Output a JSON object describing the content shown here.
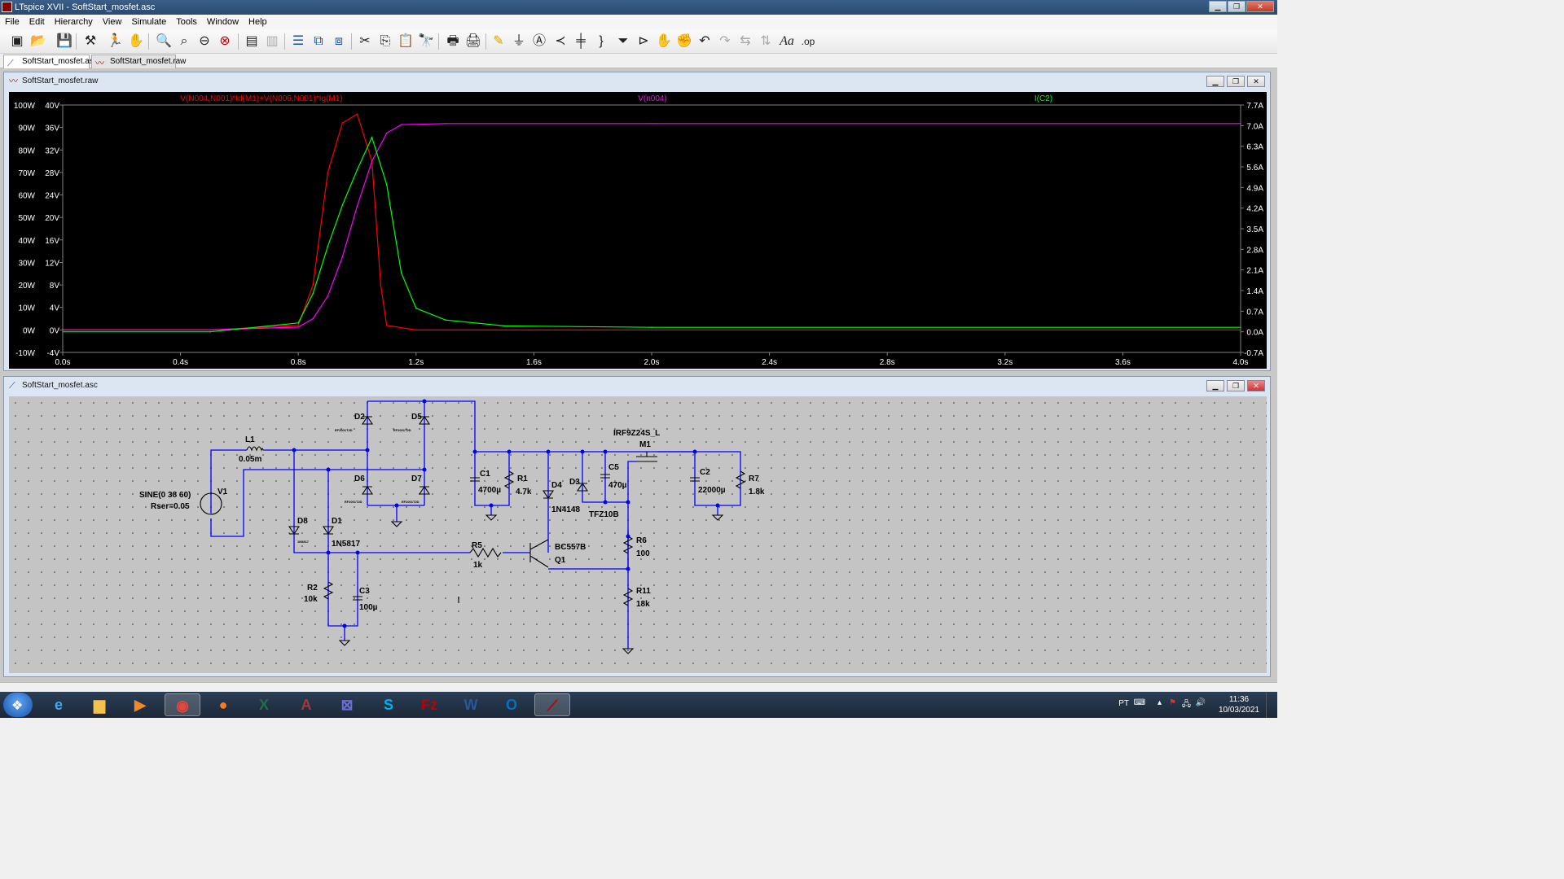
{
  "window": {
    "title": "LTspice XVII - SoftStart_mosfet.asc"
  },
  "menu": [
    "File",
    "Edit",
    "Hierarchy",
    "View",
    "Simulate",
    "Tools",
    "Window",
    "Help"
  ],
  "doc_tabs": [
    {
      "label": "SoftStart_mosfet.asc",
      "icon": "schematic-icon"
    },
    {
      "label": "SoftStart_mosfet.raw",
      "icon": "waveform-icon"
    }
  ],
  "waveform_window": {
    "title": "SoftStart_mosfet.raw"
  },
  "schematic_window": {
    "title": "SoftStart_mosfet.asc"
  },
  "chart_data": {
    "type": "line",
    "series": [
      {
        "name": "V(N004,N001)*Id(M1)+V(N006,N001)*Ig(M1)",
        "color": "#ff0000",
        "axis": "left_power",
        "unit": "W",
        "x": [
          0,
          0.5,
          0.8,
          0.85,
          0.9,
          0.95,
          1.0,
          1.05,
          1.08,
          1.1,
          1.2,
          2.0,
          4.0
        ],
        "y": [
          0,
          0,
          2,
          20,
          70,
          92,
          96,
          75,
          20,
          2,
          0,
          0,
          0
        ]
      },
      {
        "name": "V(n004)",
        "color": "#ff00ff",
        "axis": "left_voltage",
        "unit": "V",
        "x": [
          0,
          0.5,
          0.8,
          0.85,
          0.9,
          0.95,
          1.0,
          1.05,
          1.1,
          1.15,
          1.3,
          2.0,
          4.0
        ],
        "y": [
          0,
          0,
          0.5,
          2,
          6,
          13,
          22,
          30,
          35,
          36.5,
          36.7,
          36.7,
          36.7
        ]
      },
      {
        "name": "I(C2)",
        "color": "#00ff00",
        "axis": "right_current",
        "unit": "A",
        "x": [
          0,
          0.5,
          0.8,
          0.85,
          0.9,
          0.95,
          1.0,
          1.05,
          1.1,
          1.15,
          1.2,
          1.3,
          1.5,
          2.0,
          4.0
        ],
        "y": [
          0,
          0,
          0.3,
          1.3,
          2.9,
          4.3,
          5.5,
          6.6,
          5.0,
          2.0,
          0.8,
          0.4,
          0.2,
          0.15,
          0.15
        ]
      }
    ],
    "xlim": [
      0,
      4.0
    ],
    "x_ticks": [
      "0.0s",
      "0.4s",
      "0.8s",
      "1.2s",
      "1.6s",
      "2.0s",
      "2.4s",
      "2.8s",
      "3.2s",
      "3.6s",
      "4.0s"
    ],
    "y_left_power_ticks": [
      "100W",
      "90W",
      "80W",
      "70W",
      "60W",
      "50W",
      "40W",
      "30W",
      "20W",
      "10W",
      "0W",
      "-10W"
    ],
    "y_left_voltage_ticks": [
      "40V",
      "36V",
      "32V",
      "28V",
      "24V",
      "20V",
      "16V",
      "12V",
      "8V",
      "4V",
      "0V",
      "-4V"
    ],
    "y_right_ticks": [
      "7.7A",
      "7.0A",
      "6.3A",
      "5.6A",
      "4.9A",
      "4.2A",
      "3.5A",
      "2.8A",
      "2.1A",
      "1.4A",
      "0.7A",
      "0.0A",
      "-0.7A"
    ],
    "ylim_power": [
      -10,
      100
    ],
    "ylim_voltage": [
      -4,
      40
    ],
    "ylim_current": [
      -0.7,
      7.7
    ],
    "grid": false,
    "background": "#000000"
  },
  "schematic": {
    "components": [
      {
        "ref": "L1",
        "value": "0.05m"
      },
      {
        "ref": "V1",
        "value": "SINE(0 38 60)",
        "value2": "Rser=0.05"
      },
      {
        "ref": "D2",
        "value": "EF2001T2D"
      },
      {
        "ref": "D5",
        "value": "EF2001T2D"
      },
      {
        "ref": "D6",
        "value": "EF2001T2D"
      },
      {
        "ref": "D7",
        "value": "EF2001T2D"
      },
      {
        "ref": "D8",
        "value": "1N5817"
      },
      {
        "ref": "D1",
        "value": "1N5817"
      },
      {
        "ref": "C1",
        "value": "4700µ"
      },
      {
        "ref": "R1",
        "value": "4.7k"
      },
      {
        "ref": "D4",
        "value": "1N4148"
      },
      {
        "ref": "D3",
        "value": "TFZ10B"
      },
      {
        "ref": "C5",
        "value": "470µ"
      },
      {
        "ref": "M1",
        "value": "IRF9Z24S_L"
      },
      {
        "ref": "C2",
        "value": "22000µ"
      },
      {
        "ref": "R7",
        "value": "1.8k"
      },
      {
        "ref": "R5",
        "value": "1k"
      },
      {
        "ref": "Q1",
        "value": "BC557B"
      },
      {
        "ref": "R6",
        "value": "100"
      },
      {
        "ref": "R11",
        "value": "18k"
      },
      {
        "ref": "R2",
        "value": "10k"
      },
      {
        "ref": "C3",
        "value": "100µ"
      }
    ],
    "wire_color": "#0000ff",
    "text_color": "#000000"
  },
  "taskbar": {
    "apps": [
      {
        "name": "internet-explorer-icon",
        "glyph": "e",
        "color": "#3fa9f5"
      },
      {
        "name": "file-explorer-icon",
        "glyph": "▆",
        "color": "#f2c14e"
      },
      {
        "name": "media-player-icon",
        "glyph": "▶",
        "color": "#f08a24"
      },
      {
        "name": "chrome-icon",
        "glyph": "◉",
        "color": "#e8453c"
      },
      {
        "name": "firefox-icon",
        "glyph": "●",
        "color": "#ff7a1a"
      },
      {
        "name": "excel-icon",
        "glyph": "X",
        "color": "#1d7044"
      },
      {
        "name": "access-icon",
        "glyph": "A",
        "color": "#a4373a"
      },
      {
        "name": "outlook-alt-icon",
        "glyph": "⊠",
        "color": "#6d6dd6"
      },
      {
        "name": "skype-icon",
        "glyph": "S",
        "color": "#00aff0"
      },
      {
        "name": "filezilla-icon",
        "glyph": "Fz",
        "color": "#bf0000"
      },
      {
        "name": "word-icon",
        "glyph": "W",
        "color": "#2b579a"
      },
      {
        "name": "outlook-icon",
        "glyph": "O",
        "color": "#0072c6"
      },
      {
        "name": "ltspice-icon",
        "glyph": "⟋",
        "color": "#c00000"
      }
    ],
    "language": "PT",
    "time": "11:36",
    "date": "10/03/2021"
  }
}
